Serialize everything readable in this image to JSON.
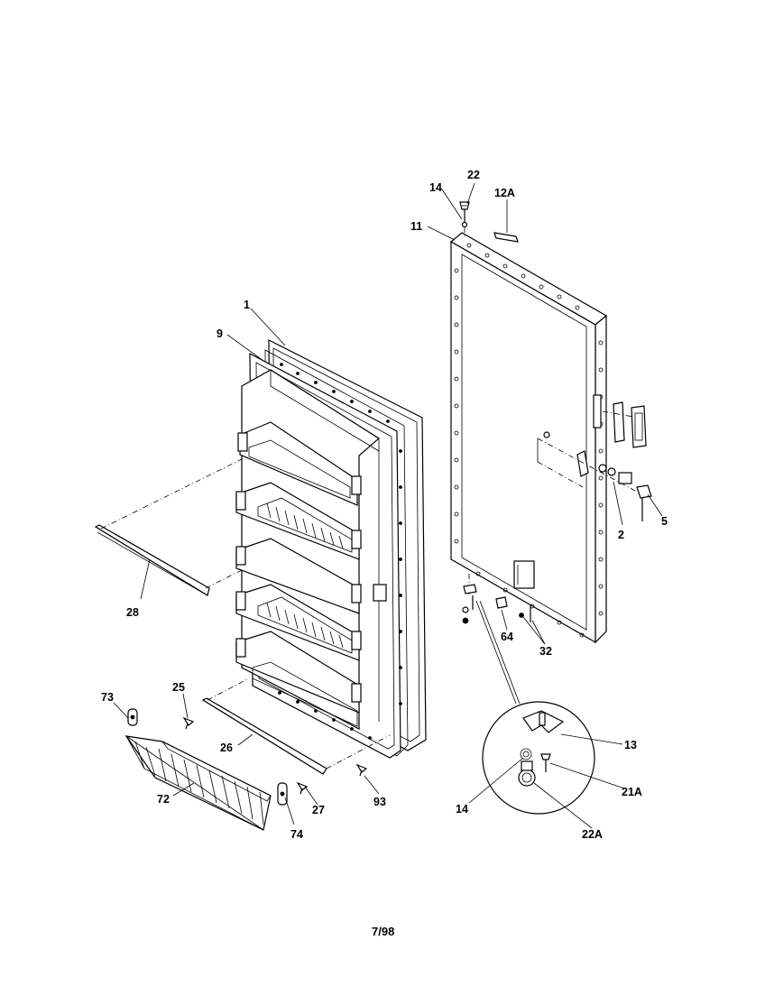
{
  "diagram": {
    "labels": {
      "p1": "1",
      "p9": "9",
      "p28": "28",
      "p73": "73",
      "p25": "25",
      "p26": "26",
      "p72": "72",
      "p27": "27",
      "p74": "74",
      "p93": "93",
      "p22": "22",
      "p14a": "14",
      "p12A": "12A",
      "p11": "11",
      "p5": "5",
      "p2": "2",
      "p64": "64",
      "p32": "32",
      "p13": "13",
      "p21A": "21A",
      "p14b": "14",
      "p22A": "22A"
    },
    "date_code": "7/98"
  }
}
